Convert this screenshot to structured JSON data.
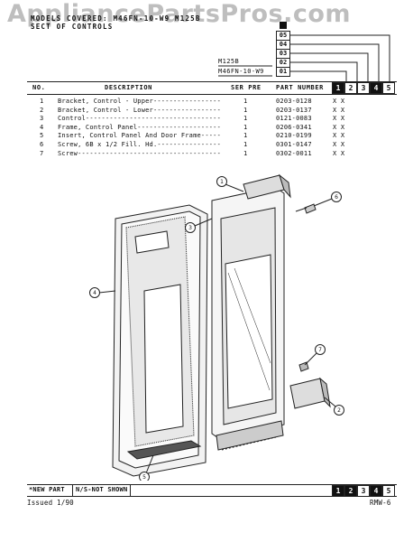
{
  "watermark": "AppliancePartsPros.com",
  "header": {
    "line1": "MODELS COVERED: M46FN-10-W9  M125B",
    "line2": "SECT OF CONTROLS"
  },
  "models": {
    "codes": [
      "05",
      "04",
      "03",
      "02",
      "01"
    ],
    "names": [
      "M125B",
      "M46FN-10-W9"
    ]
  },
  "table": {
    "headers": {
      "no": "NO.",
      "description": "DESCRIPTION",
      "ser_pre": "SER PRE",
      "part_number": "PART NUMBER"
    },
    "columns": [
      "1",
      "2",
      "3",
      "4",
      "5"
    ],
    "rows": [
      {
        "no": "1",
        "desc": "Bracket, Control - Upper-----------------",
        "ser": "1",
        "part": "0203-0128",
        "marks": "X  X"
      },
      {
        "no": "2",
        "desc": "Bracket, Control - Lower-----------------",
        "ser": "1",
        "part": "0203-0137",
        "marks": "X  X"
      },
      {
        "no": "3",
        "desc": "Control----------------------------------",
        "ser": "1",
        "part": "0121-0083",
        "marks": "X  X"
      },
      {
        "no": "4",
        "desc": "Frame, Control Panel---------------------",
        "ser": "1",
        "part": "0206-0341",
        "marks": "X  X"
      },
      {
        "no": "5",
        "desc": "Insert, Control Panel And Door Frame-----",
        "ser": "1",
        "part": "0210-0199",
        "marks": "X  X"
      },
      {
        "no": "6",
        "desc": "Screw, 6B x 1/2 Fill. Hd.----------------",
        "ser": "1",
        "part": "0301-0147",
        "marks": "X  X"
      },
      {
        "no": "7",
        "desc": "Screw------------------------------------",
        "ser": "1",
        "part": "0302-0011",
        "marks": "X  X"
      }
    ]
  },
  "callouts": [
    "1",
    "6",
    "3",
    "4",
    "7",
    "2",
    "5"
  ],
  "footer": {
    "new_part": "*NEW PART",
    "not_shown": "N/S-NOT SHOWN",
    "issued": "Issued  1/90",
    "page": "RMW-6"
  }
}
